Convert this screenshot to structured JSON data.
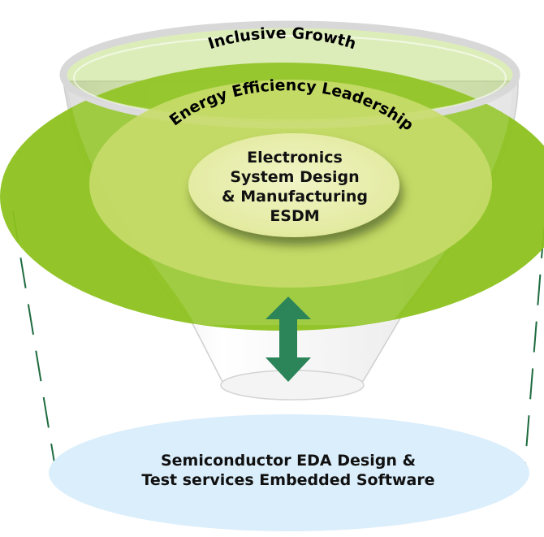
{
  "diagram": {
    "outer_ring_label": "Inclusive Growth",
    "middle_ring_label": "Energy Efficiency Leadership",
    "core_lines": [
      "Electronics",
      "System Design",
      "& Manufacturing",
      "ESDM"
    ],
    "base_lines": [
      "Semiconductor EDA Design &",
      "Test services Embedded Software"
    ],
    "arrow_direction": "bidirectional-vertical"
  },
  "colors": {
    "outer_ring": "#8dc21f",
    "middle_ring": "#c8db6a",
    "core": "#e9efb0",
    "base_ellipse": "#dbeefb",
    "arrow": "#2b8559",
    "dashed_lines": "#1e6b3f"
  }
}
